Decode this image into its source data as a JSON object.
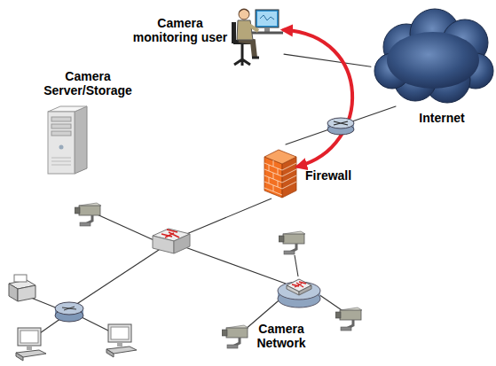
{
  "diagram": {
    "nodes": [
      {
        "text": [
          "Camera monitoring user"
        ]
      },
      {
        "text": [
          "Internet"
        ]
      },
      {
        "text": [
          "Firewall"
        ]
      },
      {
        "text": [
          "Camera Server/Storage"
        ]
      },
      {
        "text": [
          "Camera Network"
        ]
      }
    ],
    "edges": [
      {
        "from": 0,
        "to": 1,
        "arrow": "none"
      },
      {
        "from": 0,
        "to": 2,
        "arrow": "both"
      },
      {
        "from": 1,
        "to": 2,
        "arrow": "none"
      }
    ]
  }
}
